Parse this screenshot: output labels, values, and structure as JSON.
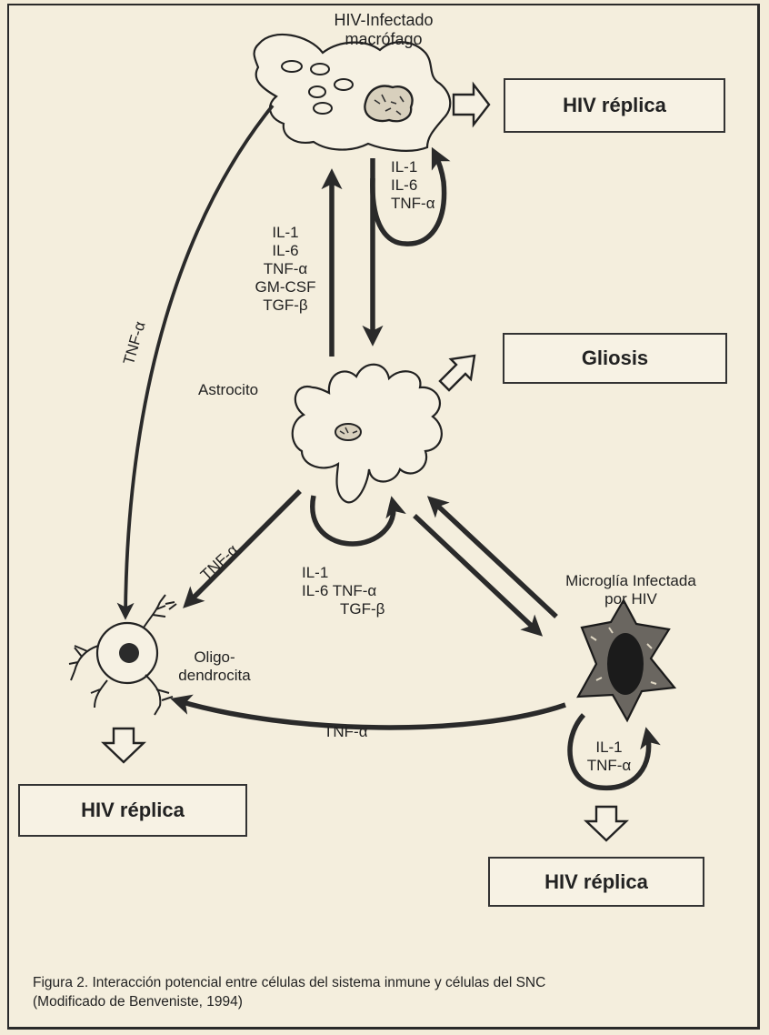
{
  "cells": {
    "macrophage": "HIV-Infectado macrófago",
    "astrocyte": "Astrocito",
    "oligodendrocyte": "Oligo- dendrocita",
    "microglia": "Microglía Infectada por HIV"
  },
  "boxes": {
    "top_right": "HIV réplica",
    "gliosis": "Gliosis",
    "bottom_left": "HIV réplica",
    "bottom_right": "HIV réplica"
  },
  "cytokines": {
    "macrophage_loop": [
      "IL-1",
      "IL-6",
      "TNF-α"
    ],
    "astro_to_macro": [
      "IL-1",
      "IL-6",
      "TNF-α",
      "GM-CSF",
      "TGF-β"
    ],
    "macro_to_oligo": "TNF-α",
    "astro_to_oligo": "TNF-α",
    "astro_loop": [
      "IL-1",
      "IL-6 TNF-α",
      "TGF-β"
    ],
    "microglia_to_oligo": "TNF-α",
    "microglia_loop": [
      "IL-1",
      "TNF-α"
    ]
  },
  "caption": {
    "line1": "Figura 2. Interacción potencial entre células del sistema inmune y células del SNC",
    "line2": "(Modificado de Benveniste, 1994)"
  }
}
